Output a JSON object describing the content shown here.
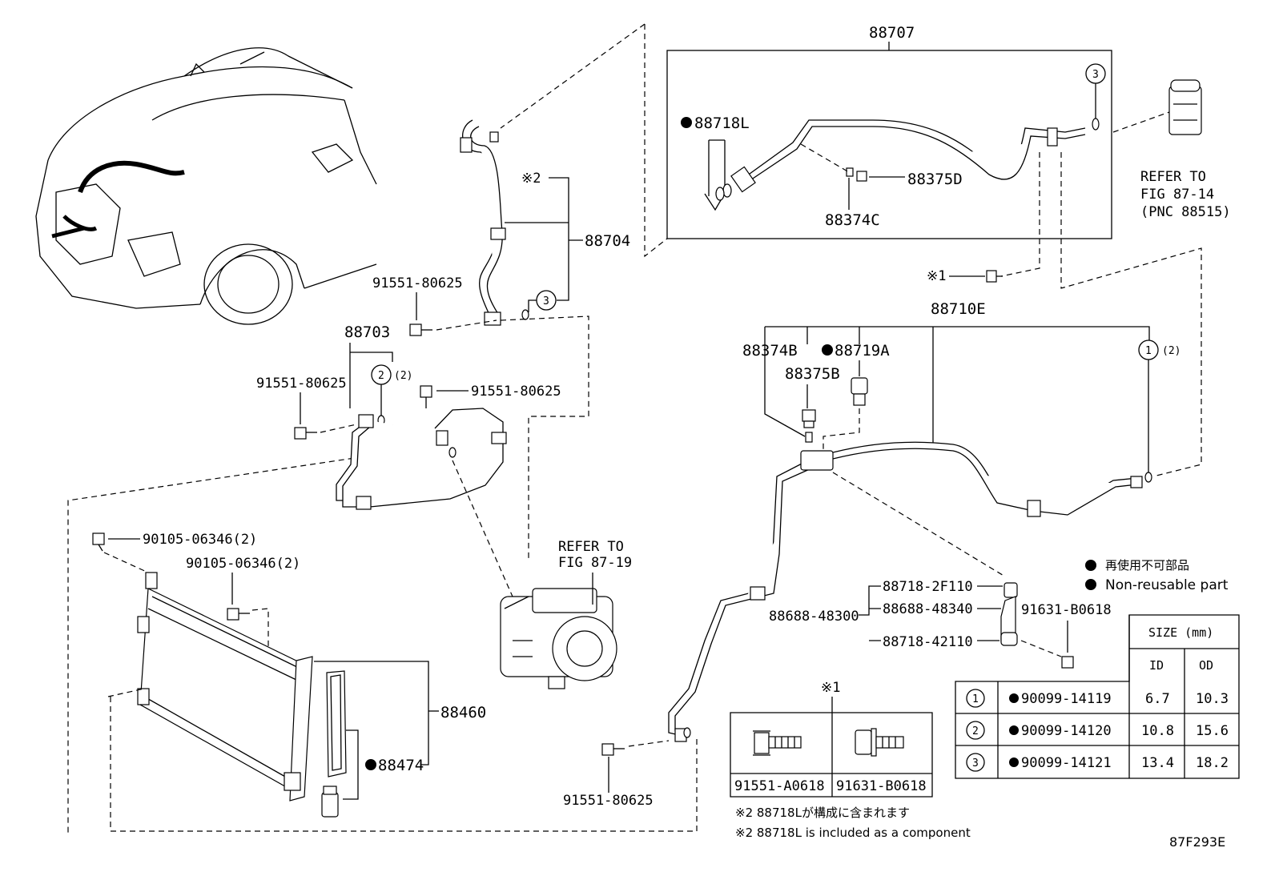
{
  "labels": {
    "p88707": "88707",
    "p88718L": "88718L",
    "p88375D": "88375D",
    "p88374C": "88374C",
    "refer_87_14_a": "REFER TO",
    "refer_87_14_b": "FIG 87-14",
    "refer_87_14_c": "(PNC 88515)",
    "s2_mark": "※2",
    "p88704": "88704",
    "c3_a": "3",
    "c3_b": "3",
    "p91551_80625_a": "91551-80625",
    "p91551_80625_b": "91551-80625",
    "p91551_80625_c": "91551-80625",
    "p91551_80625_d": "91551-80625",
    "p88703": "88703",
    "c2": "2",
    "c2_qty": "(2)",
    "s1_mark": "※1",
    "p88710E": "88710E",
    "p88374B": "88374B",
    "p88719A": "88719A",
    "p88375B": "88375B",
    "c1": "1",
    "c1_qty": "(2)",
    "p90105_a": "90105-06346(2)",
    "p90105_b": "90105-06346(2)",
    "refer_87_19_a": "REFER TO",
    "refer_87_19_b": "FIG 87-19",
    "p88460": "88460",
    "p88474": "88474",
    "p88718_2F110": "88718-2F110",
    "p88688_48340": "88688-48340",
    "p88688_48300": "88688-48300",
    "p88718_42110": "88718-42110",
    "p91631_B0618": "91631-B0618",
    "diagram_code": "87F293E"
  },
  "legend": {
    "jp": "再使用不可部品",
    "en": "Non-reusable part"
  },
  "bolt_box": {
    "title": "※1",
    "items": [
      "91551-A0618",
      "91631-B0618"
    ]
  },
  "notes": {
    "jp": "※2 88718Lが構成に含まれます",
    "en": "※2 88718L is included as a component"
  },
  "size_table": {
    "header": "SIZE (mm)",
    "cols": [
      "ID",
      "OD"
    ],
    "rows": [
      {
        "num": "1",
        "part": "90099-14119",
        "id": "6.7",
        "od": "10.3"
      },
      {
        "num": "2",
        "part": "90099-14120",
        "id": "10.8",
        "od": "15.6"
      },
      {
        "num": "3",
        "part": "90099-14121",
        "id": "13.4",
        "od": "18.2"
      }
    ]
  }
}
